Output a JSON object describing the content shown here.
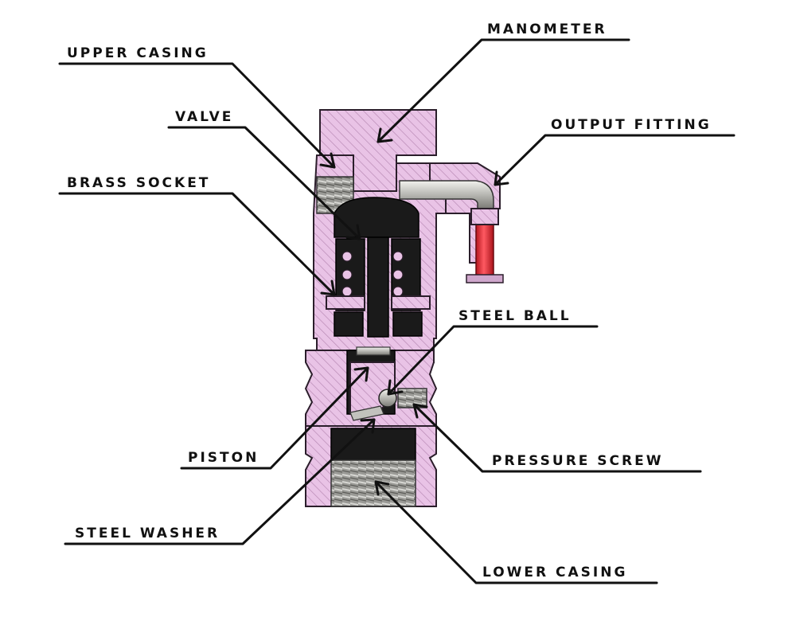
{
  "labels": {
    "manometer": "MANOMETER",
    "upper_casing": "UPPER CASING",
    "output_fitting": "OUTPUT FITTING",
    "valve": "VALVE",
    "brass_socket": "BRASS SOCKET",
    "steel_ball": "STEEL BALL",
    "piston": "PISTON",
    "pressure_screw": "PRESSURE SCREW",
    "steel_washer": "STEEL WASHER",
    "lower_casing": "LOWER CASING"
  },
  "colors": {
    "casing_fill": "#e9c3e6",
    "hatch_line": "#b98ab5",
    "outline": "#2b1e2b",
    "dark_parts": "#1a1a1a",
    "steel_grey": "#8a8a86",
    "tube_red": "#e8323c",
    "label_text": "#111111",
    "background": "#ffffff"
  }
}
